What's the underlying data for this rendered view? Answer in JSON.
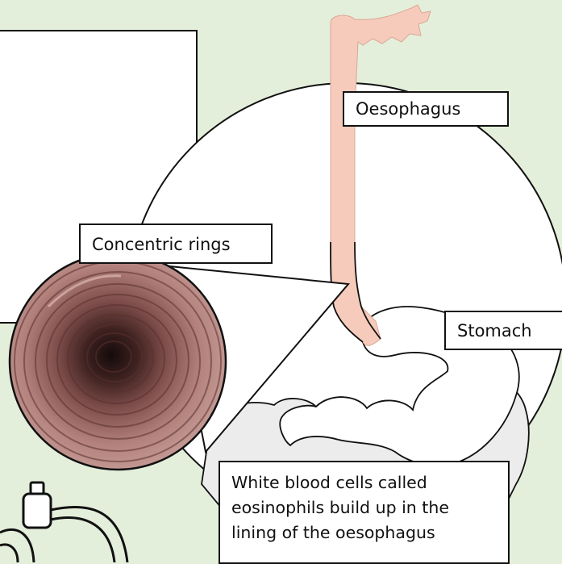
{
  "labels": {
    "oesophagus": "Oesophagus",
    "stomach": "Stomach",
    "concentric_rings": "Concentric rings",
    "eosinophils": "White blood cells called eosinophils build up in the lining of the oesophagus"
  },
  "colors": {
    "background": "#e4efdb",
    "oesophagus_fill": "#f6cbbb",
    "tissue_grey": "#ececec",
    "ring_image_base": "#a8736f",
    "outline": "#111111"
  }
}
